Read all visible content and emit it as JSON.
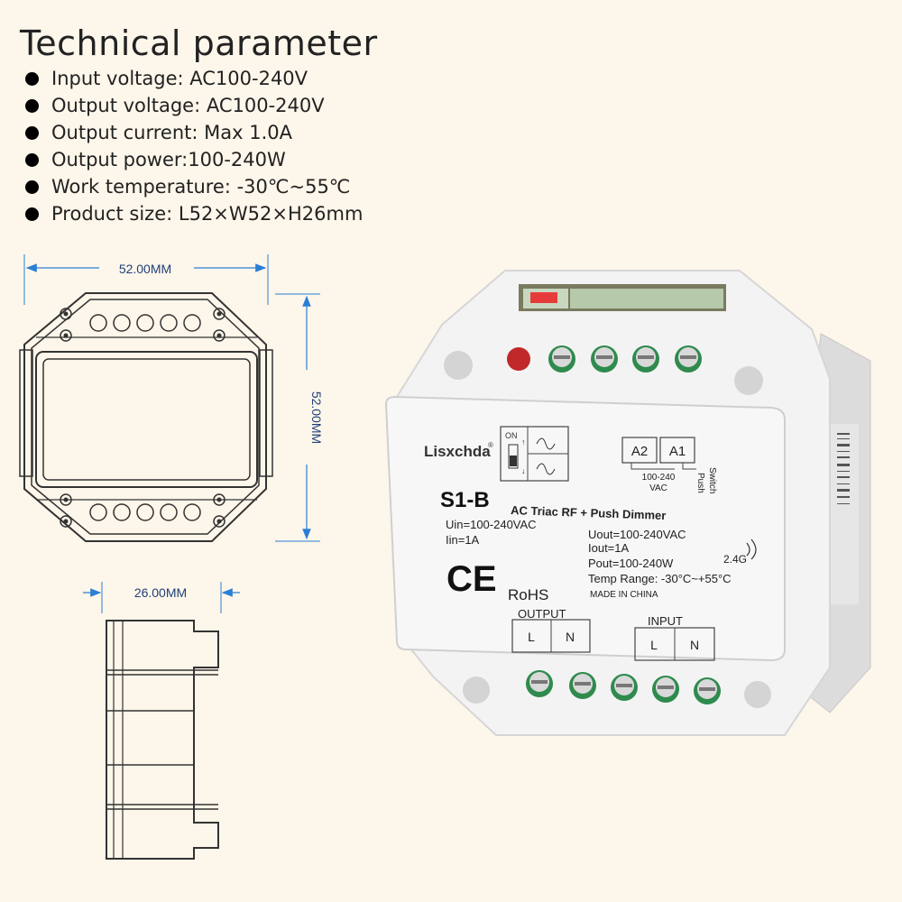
{
  "title": "Technical parameter",
  "specs": [
    "Input voltage: AC100-240V",
    "Output voltage: AC100-240V",
    "Output current: Max 1.0A",
    "Output power:100-240W",
    "Work temperature: -30℃~55℃",
    "Product size: L52×W52×H26mm"
  ],
  "dimensions": {
    "width": "52.00MM",
    "height": "52.00MM",
    "depth": "26.00MM"
  },
  "product": {
    "brand": "Lisxchda",
    "model": "S1-B",
    "description": "AC Triac RF + Push Dimmer",
    "switch_label": "ON",
    "terminal_a2": "A2",
    "terminal_a1": "A1",
    "a_voltage": "100-240",
    "a_voltage_unit": "VAC",
    "push": "Push",
    "switch": "Switch",
    "uin": "Uin=100-240VAC",
    "iin": "Iin=1A",
    "uout": "Uout=100-240VAC",
    "iout": "Iout=1A",
    "pout": "Pout=100-240W",
    "temp": "Temp Range: -30°C~+55°C",
    "made_in": "MADE IN CHINA",
    "ce": "CE",
    "rohs": "RoHS",
    "rf": "2.4G",
    "output_label": "OUTPUT",
    "input_label": "INPUT",
    "l": "L",
    "n": "N"
  },
  "colors": {
    "background": "#fdf6ea",
    "dimension_line": "#2a7fd4",
    "housing": "#f2f2f2",
    "terminal_green": "#2f8a4e",
    "button_red": "#c0282a"
  }
}
